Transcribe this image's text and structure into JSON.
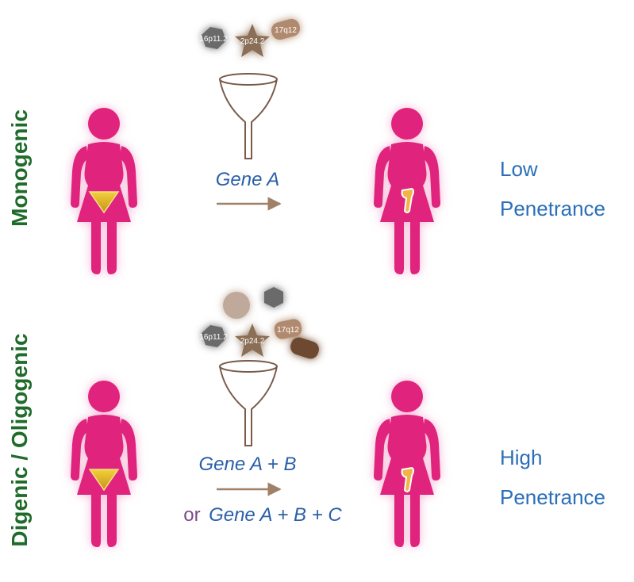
{
  "rows": [
    {
      "side_label": "Monogenic",
      "variants": [
        "16p11.2",
        "2p24.2",
        "17q12"
      ],
      "gene_line1": "Gene A",
      "gene_line2_or": "",
      "gene_line2": "",
      "outcome_line1": "Low",
      "outcome_line2": "Penetrance"
    },
    {
      "side_label": "Digenic / Oligogenic",
      "variants": [
        "16p11.2",
        "2p24.2",
        "17q12"
      ],
      "gene_line1": "Gene A + B",
      "gene_line2_or": "or",
      "gene_line2": "Gene A + B + C",
      "outcome_line1": "High",
      "outcome_line2": "Penetrance"
    }
  ],
  "colors": {
    "figure": "#e0237d",
    "figure_glow": "#f4b4d4",
    "triangle": "#e3b81b",
    "side_label": "#1f6b2a",
    "gene_text": "#2a5fa8",
    "outcome_text": "#2a6fb8",
    "arrow": "#a08066",
    "funnel": "#7a5a4a",
    "chip_gray": "#6b6b6b",
    "chip_brown": "#8a6e55",
    "chip_tan": "#b08a6e",
    "chip_dark": "#6e4a30",
    "chip_circle": "#bfa99a"
  }
}
